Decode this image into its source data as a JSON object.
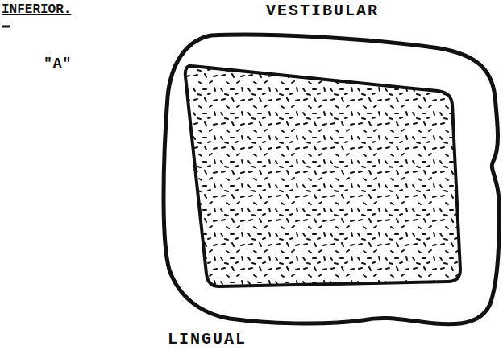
{
  "diagram": {
    "labels": [
      "INFERIOR.",
      "VESTIBULAR",
      "\"A\"",
      "LINGUAL"
    ]
  }
}
